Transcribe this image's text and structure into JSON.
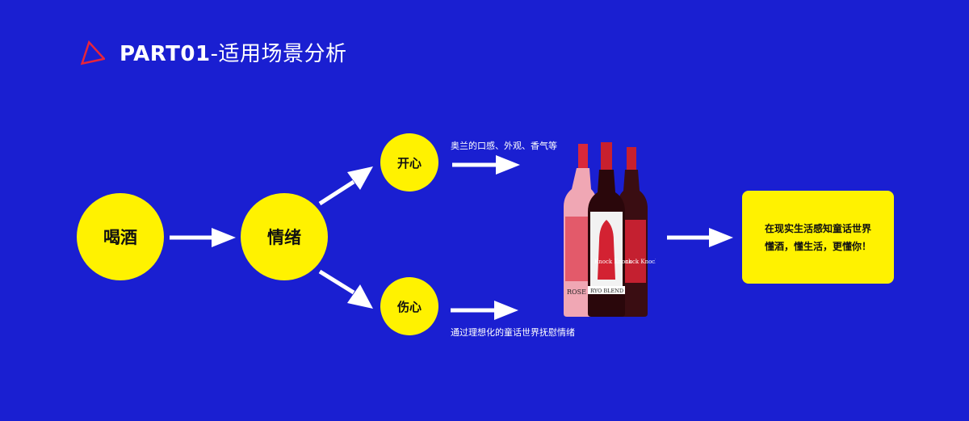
{
  "header": {
    "title_bold": "PART01",
    "title_rest": "-适用场景分析"
  },
  "flow": {
    "start": "喝酒",
    "middle": "情绪",
    "branch_top": "开心",
    "branch_bottom": "伤心",
    "note_top": "奥兰的口感、外观、香气等",
    "note_bottom": "通过理想化的童话世界抚慰情绪"
  },
  "product": {
    "bottle_left_label": "ROSE",
    "bottle_middle_label": "Knock Knock",
    "bottle_middle_band": "RYO BLEND",
    "bottle_right_label": "Knock Knock"
  },
  "result": {
    "line1": "在现实生活感知童话世界",
    "line2": "懂酒，懂生活，更懂你！"
  },
  "colors": {
    "background": "#1a1fd1",
    "accent_yellow": "#fff200",
    "triangle_red": "#e8253a"
  }
}
